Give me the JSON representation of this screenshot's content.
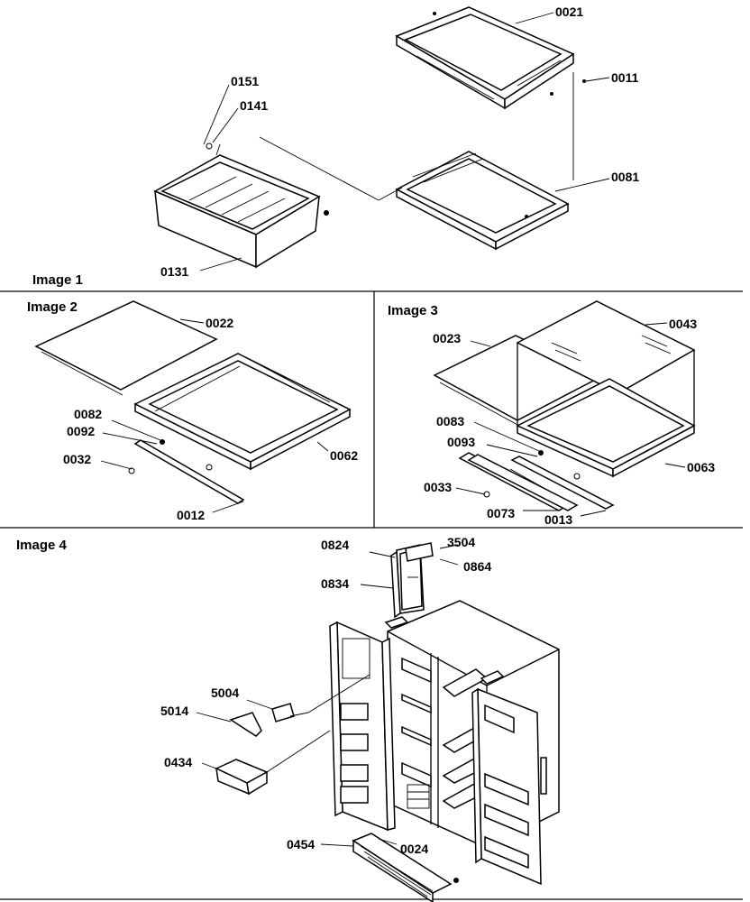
{
  "panels": {
    "image1": {
      "title": "Image 1"
    },
    "image2": {
      "title": "Image 2"
    },
    "image3": {
      "title": "Image 3"
    },
    "image4": {
      "title": "Image 4"
    }
  },
  "callouts": {
    "p0021": "0021",
    "p0011": "0011",
    "p0151": "0151",
    "p0141": "0141",
    "p0081": "0081",
    "p0131": "0131",
    "p0022": "0022",
    "p0082": "0082",
    "p0092": "0092",
    "p0032": "0032",
    "p0062": "0062",
    "p0012": "0012",
    "p0023": "0023",
    "p0043": "0043",
    "p0083": "0083",
    "p0093": "0093",
    "p0033": "0033",
    "p0073": "0073",
    "p0013": "0013",
    "p0063": "0063",
    "p0824": "0824",
    "p3504": "3504",
    "p0864": "0864",
    "p0834": "0834",
    "p5004": "5004",
    "p5014": "5014",
    "p0434": "0434",
    "p0454": "0454",
    "p0024": "0024"
  }
}
